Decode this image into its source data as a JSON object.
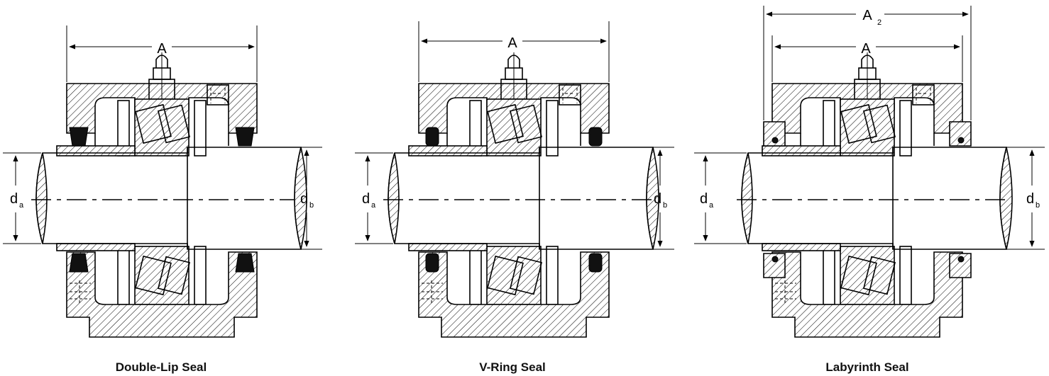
{
  "diagram": {
    "dimensions": {
      "width": "A",
      "overall_width": "A",
      "overall_width_sub": "2",
      "shaft_diameter": "d",
      "shaft_diameter_sub": "a",
      "bore_diameter": "d",
      "bore_diameter_sub": "b"
    },
    "views": [
      {
        "caption": "Double-Lip Seal"
      },
      {
        "caption": "V-Ring Seal"
      },
      {
        "caption": "Labyrinth Seal"
      }
    ]
  }
}
